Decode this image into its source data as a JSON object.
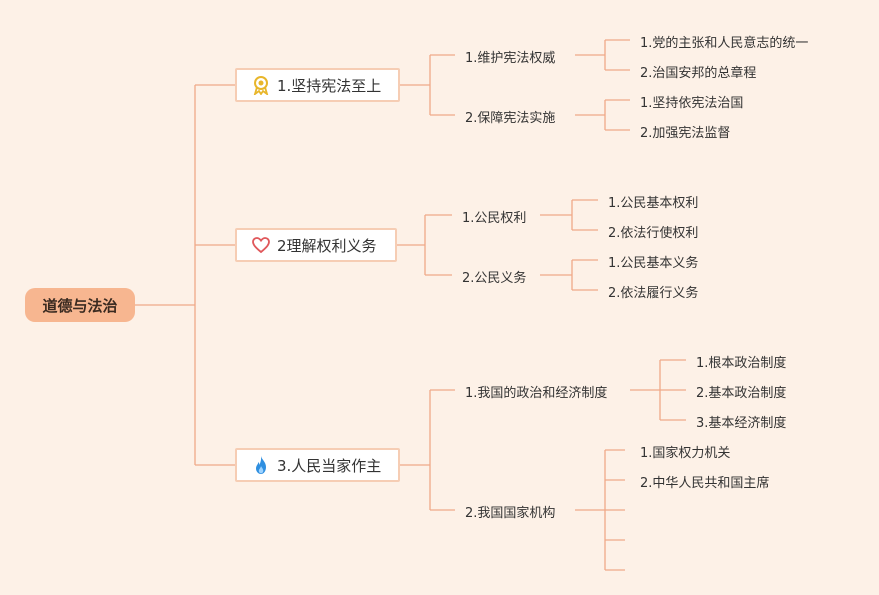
{
  "root": "道德与法治",
  "branches": [
    {
      "label": "1.坚持宪法至上",
      "icon": "award-icon",
      "children": [
        {
          "label": "1.维护宪法权威",
          "children": [
            "1.党的主张和人民意志的统一",
            "2.治国安邦的总章程"
          ]
        },
        {
          "label": "2.保障宪法实施",
          "children": [
            "1.坚持依宪法治国",
            "2.加强宪法监督"
          ]
        }
      ]
    },
    {
      "label": "2理解权利义务",
      "icon": "heart-icon",
      "children": [
        {
          "label": "1.公民权利",
          "children": [
            "1.公民基本权利",
            "2.依法行使权利"
          ]
        },
        {
          "label": "2.公民义务",
          "children": [
            "1.公民基本义务",
            "2.依法履行义务"
          ]
        }
      ]
    },
    {
      "label": "3.人民当家作主",
      "icon": "flame-icon",
      "children": [
        {
          "label": "1.我国的政治和经济制度",
          "children": [
            "1.根本政治制度",
            "2.基本政治制度",
            "3.基本经济制度"
          ]
        },
        {
          "label": "2.我国国家机构",
          "children": [
            "1.国家权力机关",
            "2.中华人民共和国主席",
            "",
            "",
            ""
          ]
        }
      ]
    }
  ],
  "colors": {
    "line": "#f0a988",
    "root_bg": "#f7b690",
    "box_border": "#f6cdb4",
    "background": "#fdf1e7"
  }
}
